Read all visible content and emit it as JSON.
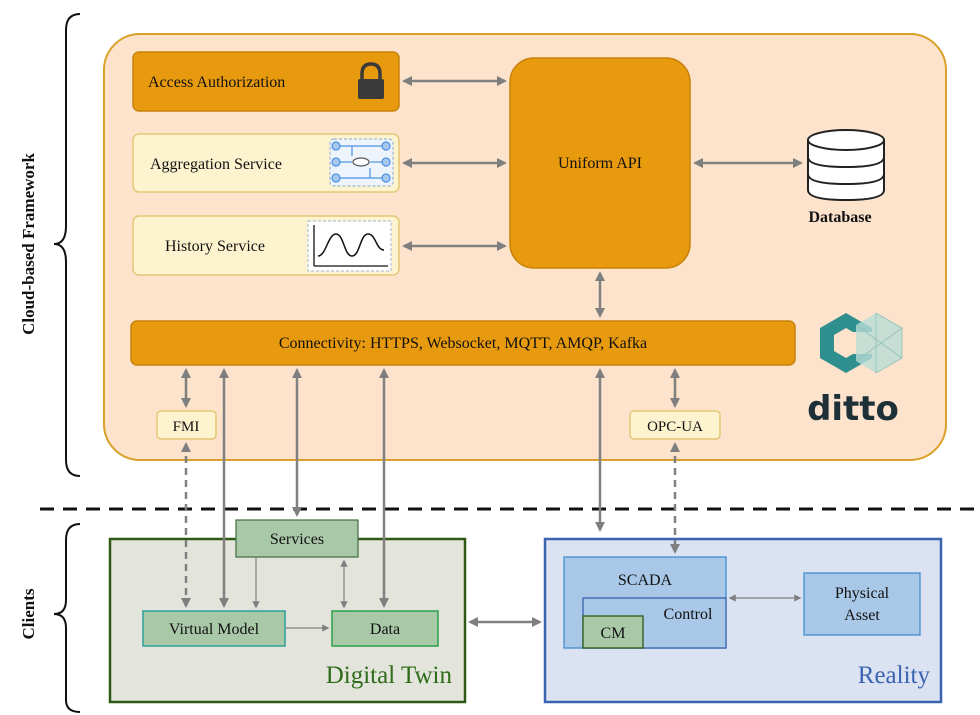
{
  "side_labels": {
    "cloud": "Cloud-based Framework",
    "clients": "Clients"
  },
  "cloud": {
    "access_authorization": "Access Authorization",
    "aggregation_service": "Aggregation Service",
    "history_service": "History Service",
    "uniform_api": "Uniform API",
    "database": "Database",
    "connectivity": "Connectivity: HTTPS, Websocket, MQTT, AMQP, Kafka",
    "fmi": "FMI",
    "opc_ua": "OPC-UA",
    "logo_text": "ditto"
  },
  "digital_twin": {
    "title": "Digital Twin",
    "services": "Services",
    "virtual_model": "Virtual Model",
    "data": "Data"
  },
  "reality": {
    "title": "Reality",
    "scada": "SCADA",
    "control": "Control",
    "cm": "CM",
    "physical_asset": "Physical Asset",
    "physical_asset_line1": "Physical",
    "physical_asset_line2": "Asset"
  },
  "colors": {
    "cloud_bg": "#fde3cc",
    "cloud_border": "#d9a12a",
    "orange_box": "#e89a0f",
    "light_box": "#fdf3cf",
    "twin_bg": "#e3e5dc",
    "twin_border": "#2e5a16",
    "twin_title": "#2e6b1a",
    "green_box": "#a9c8a8",
    "reality_bg": "#dbe3f2",
    "reality_border": "#3a63b0",
    "reality_title": "#3a63b0",
    "blue_box": "#a9c7e6",
    "arrow": "#808080"
  }
}
